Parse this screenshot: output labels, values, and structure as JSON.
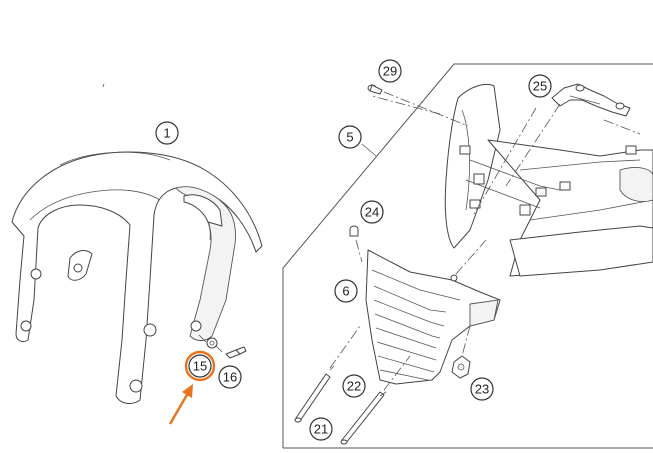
{
  "highlight_color": "#e8731c",
  "callouts": {
    "c1": "1",
    "c5": "5",
    "c6": "6",
    "c15": "15",
    "c16": "16",
    "c21": "21",
    "c22": "22",
    "c23": "23",
    "c24": "24",
    "c25": "25",
    "c29": "29"
  },
  "highlighted_callout": "15"
}
